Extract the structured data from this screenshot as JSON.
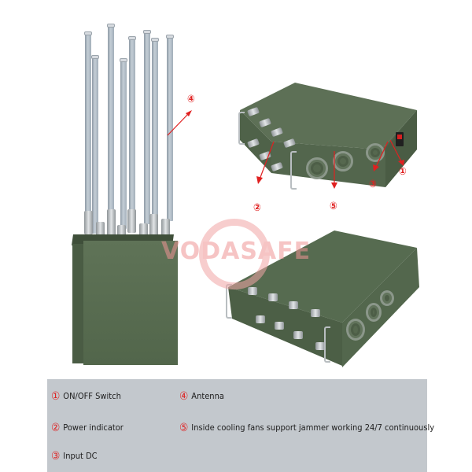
{
  "watermark": {
    "text": "VODASAFE",
    "color": "#f1a6a6"
  },
  "callouts": {
    "c1": "①",
    "c2": "②",
    "c3": "③",
    "c4": "④",
    "c5": "⑤",
    "arrow_color": "#e02020"
  },
  "legend": {
    "background": "#c3c8cd",
    "items": [
      {
        "num": "①",
        "label": "ON/OFF Switch"
      },
      {
        "num": "②",
        "label": "Power indicator"
      },
      {
        "num": "③",
        "label": "Input DC"
      },
      {
        "num": "④",
        "label": "Antenna"
      },
      {
        "num": "⑤",
        "label": "Inside cooling fans support jammer working 24/7 continuously"
      }
    ]
  },
  "product": {
    "body_color": "#566a4f",
    "antenna_count": 8
  }
}
